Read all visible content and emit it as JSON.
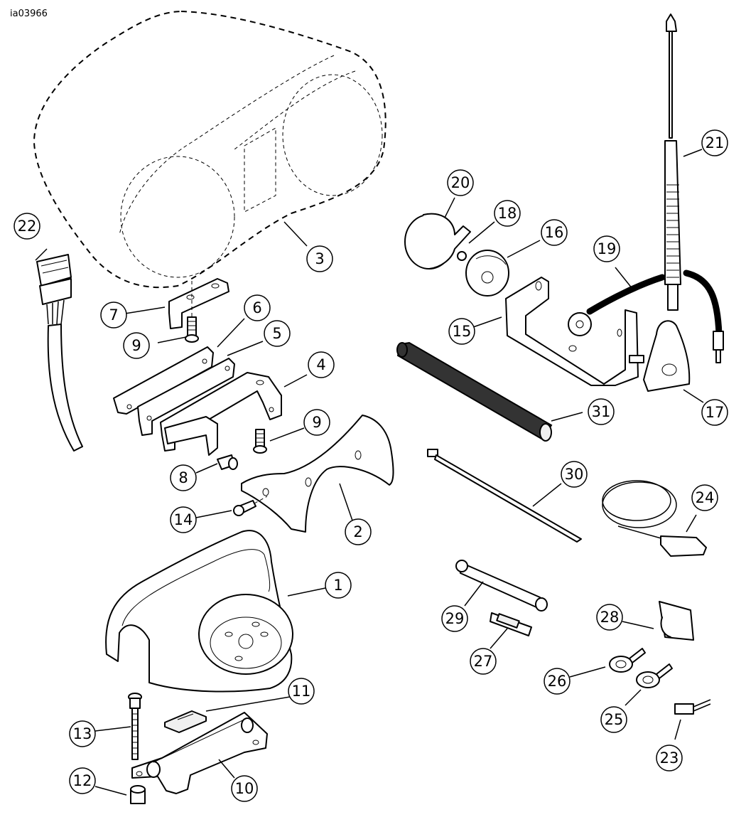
{
  "figure_id": "ia03966",
  "callouts": [
    {
      "label": "1"
    },
    {
      "label": "2"
    },
    {
      "label": "3"
    },
    {
      "label": "4"
    },
    {
      "label": "5"
    },
    {
      "label": "6"
    },
    {
      "label": "7"
    },
    {
      "label": "8"
    },
    {
      "label": "9"
    },
    {
      "label": "9"
    },
    {
      "label": "10"
    },
    {
      "label": "11"
    },
    {
      "label": "12"
    },
    {
      "label": "13"
    },
    {
      "label": "14"
    },
    {
      "label": "15"
    },
    {
      "label": "16"
    },
    {
      "label": "17"
    },
    {
      "label": "18"
    },
    {
      "label": "19"
    },
    {
      "label": "20"
    },
    {
      "label": "21"
    },
    {
      "label": "22"
    },
    {
      "label": "23"
    },
    {
      "label": "24"
    },
    {
      "label": "25"
    },
    {
      "label": "26"
    },
    {
      "label": "27"
    },
    {
      "label": "28"
    },
    {
      "label": "29"
    },
    {
      "label": "30"
    },
    {
      "label": "31"
    }
  ]
}
